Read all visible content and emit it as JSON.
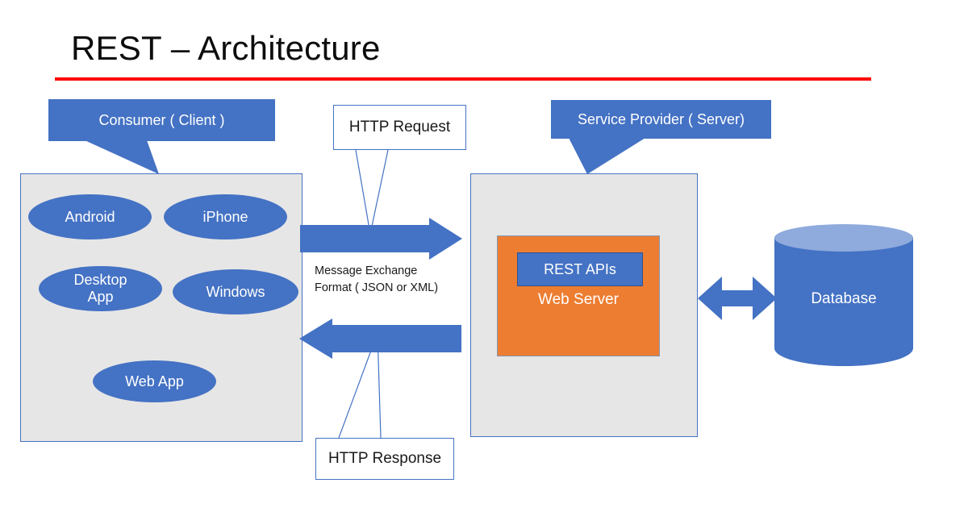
{
  "title": {
    "text": "REST – Architecture",
    "rule_color": "#FF0000"
  },
  "colors": {
    "accent_blue": "#4472C4",
    "light_blue": "#8FAADC",
    "orange": "#ED7D31",
    "panel_gray": "#E7E6E6",
    "rule_red": "#FF0000"
  },
  "callouts": {
    "consumer": "Consumer ( Client )",
    "http_request": "HTTP Request",
    "service_provider": "Service Provider ( Server)",
    "http_response": "HTTP Response"
  },
  "client_panel": {
    "devices": [
      {
        "label": "Android"
      },
      {
        "label": "iPhone"
      },
      {
        "label": "Desktop App"
      },
      {
        "label": "Windows"
      },
      {
        "label": "Web App"
      }
    ]
  },
  "server_panel": {
    "web_server_label": "Web Server",
    "rest_apis_label": "REST APIs"
  },
  "database": {
    "label": "Database"
  },
  "middle": {
    "message_format_line1": "Message Exchange",
    "message_format_line2": "Format ( JSON or XML)"
  }
}
